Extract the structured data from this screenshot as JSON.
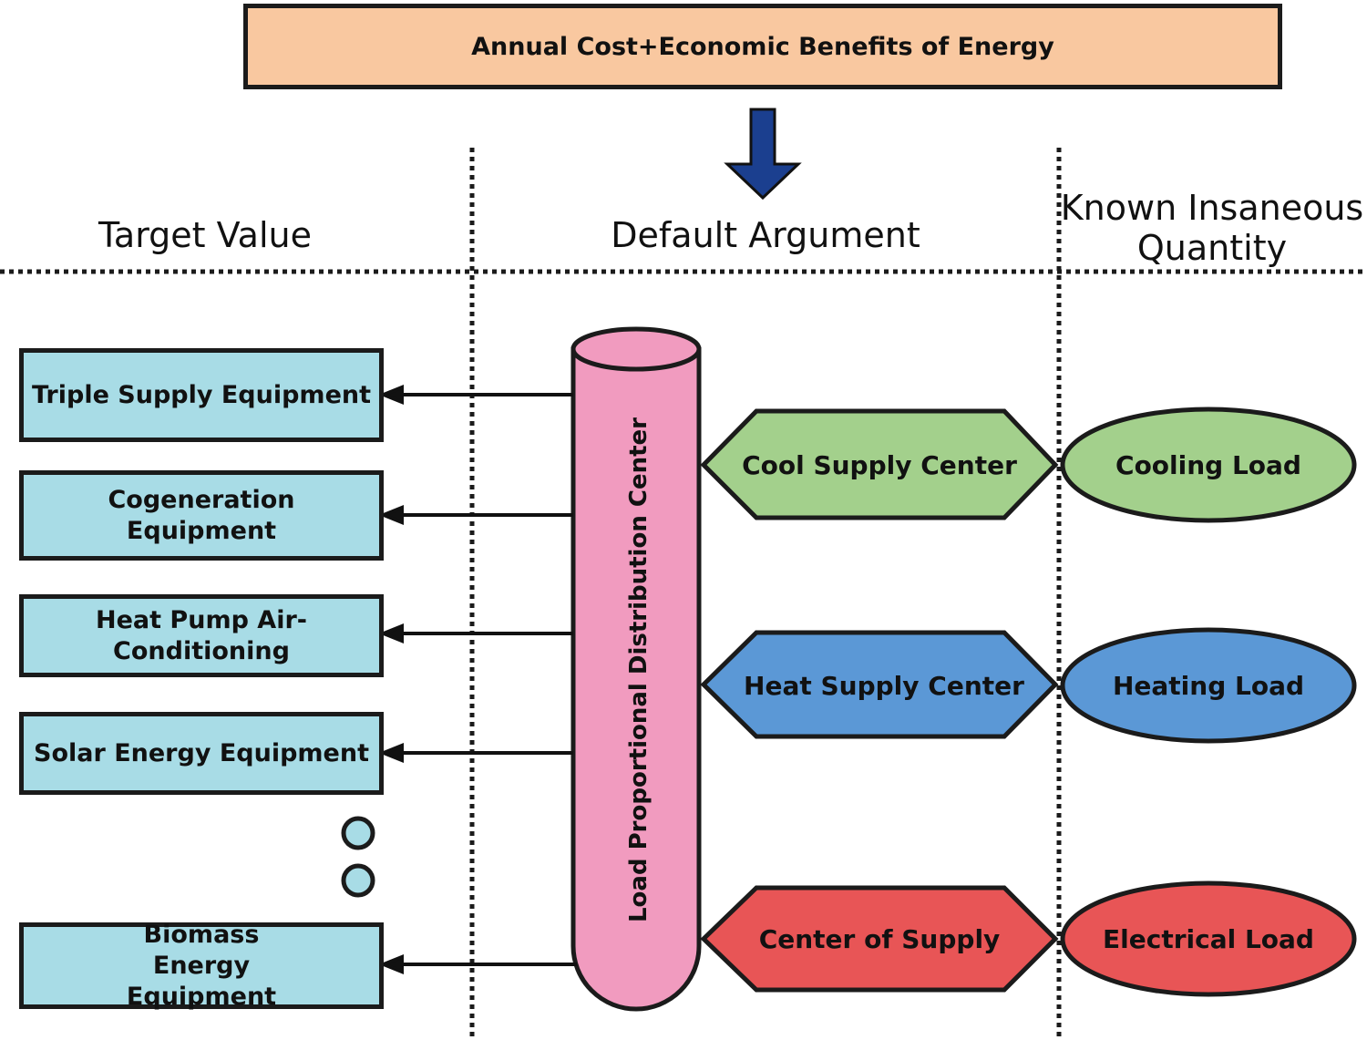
{
  "title": "Annual Cost+Economic Benefits of Energy",
  "columns": {
    "target": "Target Value",
    "default": "Default Argument",
    "known": "Known Insaneous Quantity"
  },
  "distribution_center": "Load Proportional Distribution Center",
  "equipment": [
    "Triple Supply Equipment",
    "Cogeneration Equipment",
    "Heat Pump Air-Conditioning",
    "Solar Energy Equipment",
    "Biomass Energy Equipment"
  ],
  "supply_centers": [
    "Cool Supply Center",
    "Heat Supply Center",
    "Center of Supply"
  ],
  "loads": [
    "Cooling Load",
    "Heating Load",
    "Electrical Load"
  ],
  "colors": {
    "title_fill": "#f9c8a0",
    "equipment_fill": "#a8dce6",
    "cylinder_fill": "#f19bbf",
    "cool": "#a3d08c",
    "heat": "#5b98d6",
    "electric": "#e85556",
    "arrow": "#1b3f8f"
  }
}
